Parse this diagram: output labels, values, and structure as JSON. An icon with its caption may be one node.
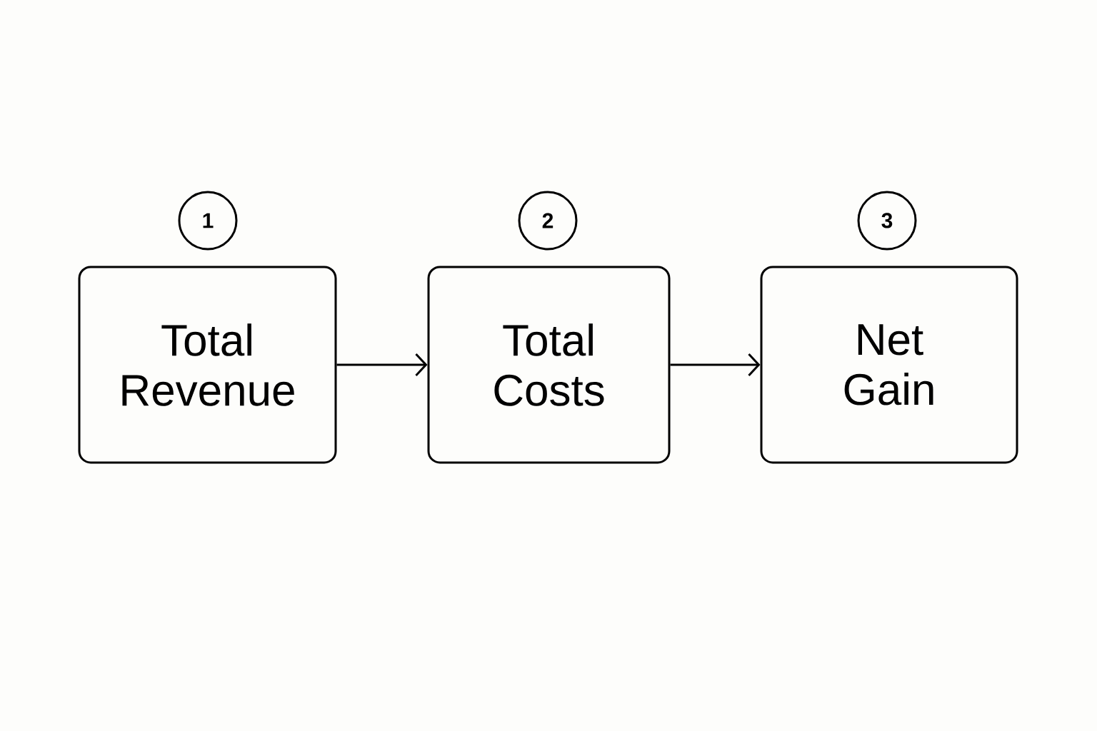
{
  "diagram": {
    "nodes": [
      {
        "text": [
          "1"
        ]
      },
      {
        "text": [
          "2"
        ]
      },
      {
        "text": [
          "3"
        ]
      },
      {
        "text": [
          "Total Revenue"
        ]
      },
      {
        "text": [
          "Total Costs"
        ]
      },
      {
        "text": [
          "Net Gain"
        ]
      }
    ],
    "edges": [
      {
        "from": 3,
        "to": 4,
        "arrow": "to"
      },
      {
        "from": 4,
        "to": 5,
        "arrow": "to"
      }
    ]
  }
}
